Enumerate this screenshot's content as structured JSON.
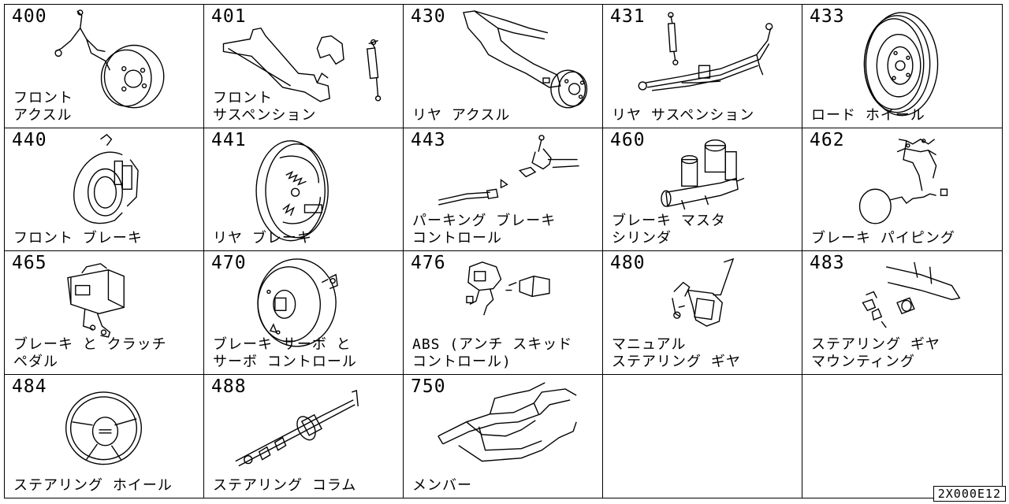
{
  "figure_ref": "2X000E12",
  "cells": [
    {
      "code": "400",
      "name": "フロント\nアクスル",
      "icon": "front-axle-icon"
    },
    {
      "code": "401",
      "name": "フロント\nサスペンション",
      "icon": "front-suspension-icon"
    },
    {
      "code": "430",
      "name": "リヤ アクスル",
      "icon": "rear-axle-icon"
    },
    {
      "code": "431",
      "name": "リヤ サスペンション",
      "icon": "rear-suspension-icon"
    },
    {
      "code": "433",
      "name": "ロード ホイール",
      "icon": "road-wheel-icon"
    },
    {
      "code": "440",
      "name": "フロント ブレーキ",
      "icon": "front-brake-icon"
    },
    {
      "code": "441",
      "name": "リヤ ブレーキ",
      "icon": "rear-brake-icon"
    },
    {
      "code": "443",
      "name": "パーキング ブレーキ\nコントロール",
      "icon": "parking-brake-control-icon"
    },
    {
      "code": "460",
      "name": "ブレーキ マスタ\nシリンダ",
      "icon": "brake-master-cylinder-icon"
    },
    {
      "code": "462",
      "name": "ブレーキ パイピング",
      "icon": "brake-piping-icon"
    },
    {
      "code": "465",
      "name": "ブレーキ と クラッチ\nペダル",
      "icon": "brake-clutch-pedal-icon"
    },
    {
      "code": "470",
      "name": "ブレーキ サーボ と\nサーボ コントロール",
      "icon": "brake-servo-icon"
    },
    {
      "code": "476",
      "name": "ABS (アンチ スキッド\nコントロール)",
      "icon": "abs-unit-icon"
    },
    {
      "code": "480",
      "name": "マニュアル\nステアリング ギヤ",
      "icon": "steering-gear-icon"
    },
    {
      "code": "483",
      "name": "ステアリング ギヤ\nマウンティング",
      "icon": "steering-gear-mounting-icon"
    },
    {
      "code": "484",
      "name": "ステアリング ホイール",
      "icon": "steering-wheel-icon"
    },
    {
      "code": "488",
      "name": "ステアリング コラム",
      "icon": "steering-column-icon"
    },
    {
      "code": "750",
      "name": "メンバー",
      "icon": "frame-member-icon"
    },
    {
      "code": "",
      "name": "",
      "icon": ""
    },
    {
      "code": "",
      "name": "",
      "icon": ""
    }
  ]
}
